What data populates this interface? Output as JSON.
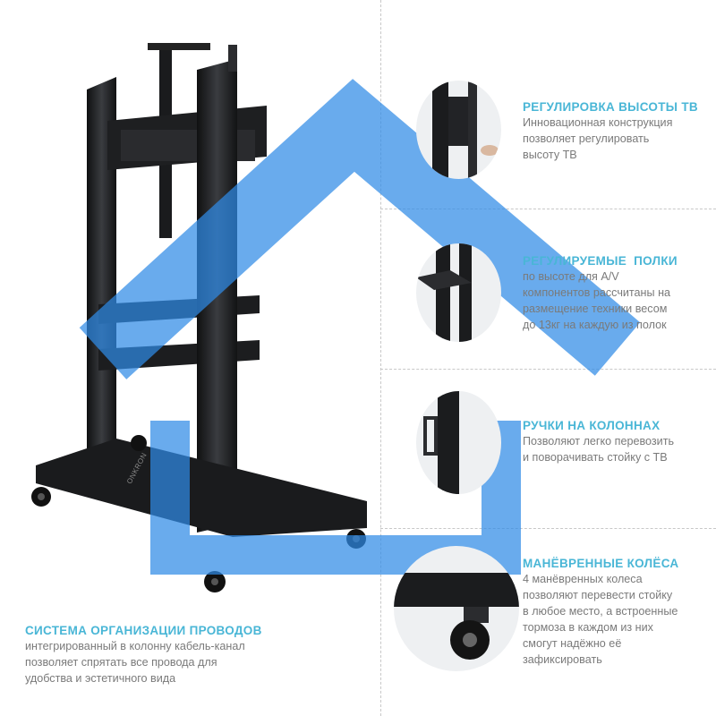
{
  "colors": {
    "accent_title": "#49b6d6",
    "body_text": "#7a7a7a",
    "overlay_blue": "#2f8be6",
    "metal": "#1b1c1e"
  },
  "product": {
    "brand_label": "ONKRON",
    "image_icon": "tv-stand-product-image"
  },
  "features": [
    {
      "icon": "height-adjust-thumb",
      "title": "РЕГУЛИРОВКА ВЫСОТЫ ТВ",
      "lines": [
        "Инновационная конструкция",
        "позволяет регулировать",
        "высоту ТВ"
      ]
    },
    {
      "icon": "shelf-thumb",
      "title": "РЕГУЛИРУЕМЫЕ  ПОЛКИ",
      "lines": [
        "по высоте для A/V",
        "компонентов рассчитаны на",
        "размещение техники весом",
        "до 13кг на каждую из полок"
      ]
    },
    {
      "icon": "handle-thumb",
      "title": "РУЧКИ НА КОЛОННАХ",
      "lines": [
        "Позволяют легко перевозить",
        "и поворачивать стойку с ТВ"
      ]
    },
    {
      "icon": "wheel-thumb",
      "title": "МАНЁВРЕННЫЕ КОЛЁСА",
      "lines": [
        "4 манёвренных колеса",
        "позволяют перевести стойку",
        "в любое место, а встроенные",
        "тормоза в каждом из них",
        "смогут надёжно её",
        "зафиксировать"
      ]
    }
  ],
  "cable_management": {
    "title": "СИСТЕМА ОРГАНИЗАЦИИ ПРОВОДОВ",
    "lines": [
      "интегрированный в колонну кабель-канал",
      "позволяет спрятать все провода для",
      "удобства и эстетичного вида"
    ]
  }
}
